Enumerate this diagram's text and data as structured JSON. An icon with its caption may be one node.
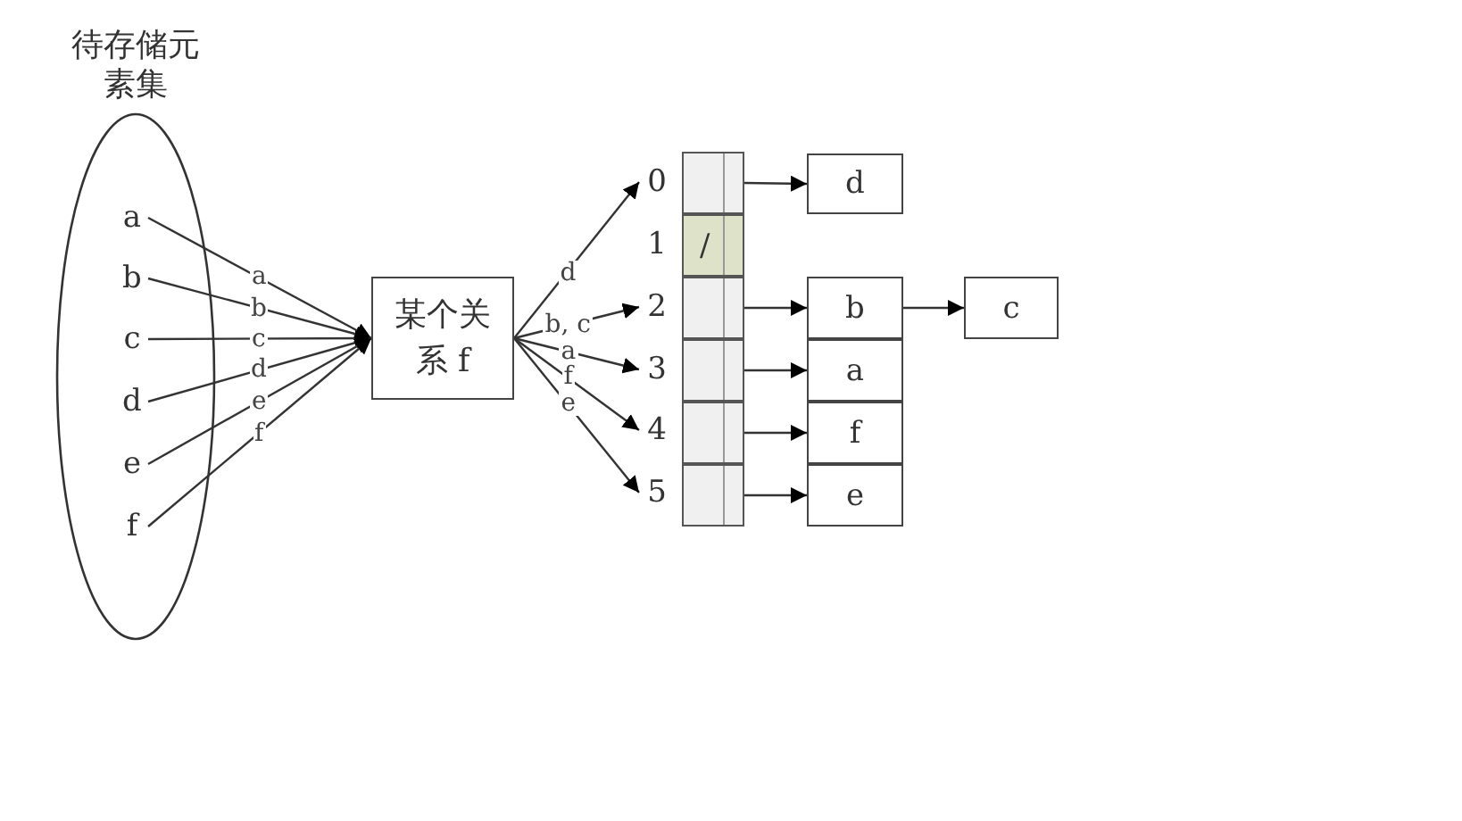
{
  "diagram": {
    "nodes": [
      {
        "text": [
          "待存储元素集"
        ]
      },
      {
        "text": [
          "a"
        ],
        "in": 0
      },
      {
        "text": [
          "b"
        ],
        "in": 0
      },
      {
        "text": [
          "c"
        ],
        "in": 0
      },
      {
        "text": [
          "d"
        ],
        "in": 0
      },
      {
        "text": [
          "e"
        ],
        "in": 0
      },
      {
        "text": [
          "f"
        ],
        "in": 0
      },
      {
        "text": [
          "某个关系 f"
        ]
      },
      {
        "text": [
          "0"
        ]
      },
      {
        "text": [
          "1"
        ]
      },
      {
        "text": [
          "2"
        ]
      },
      {
        "text": [
          "3"
        ]
      },
      {
        "text": [
          "4"
        ]
      },
      {
        "text": [
          "5"
        ]
      },
      {
        "text": [],
        "shape": "box"
      },
      {
        "text": [
          "/"
        ]
      },
      {
        "text": [],
        "shape": "box"
      },
      {
        "text": [],
        "shape": "box"
      },
      {
        "text": [],
        "shape": "box"
      },
      {
        "text": [],
        "shape": "box"
      },
      {
        "text": [
          "d"
        ]
      },
      {
        "text": [
          "b"
        ]
      },
      {
        "text": [
          "c"
        ]
      },
      {
        "text": [
          "a"
        ]
      },
      {
        "text": [
          "f"
        ]
      },
      {
        "text": [
          "e"
        ]
      }
    ],
    "edges": [
      {
        "from": 1,
        "to": 7,
        "arrow": "to",
        "label": "a"
      },
      {
        "from": 2,
        "to": 7,
        "arrow": "to",
        "label": "b"
      },
      {
        "from": 3,
        "to": 7,
        "arrow": "to",
        "label": "c"
      },
      {
        "from": 4,
        "to": 7,
        "arrow": "to",
        "label": "d"
      },
      {
        "from": 5,
        "to": 7,
        "arrow": "to",
        "label": "e"
      },
      {
        "from": 6,
        "to": 7,
        "arrow": "to",
        "label": "f"
      },
      {
        "from": 7,
        "to": 8,
        "arrow": "to",
        "label": "d"
      },
      {
        "from": 7,
        "to": 10,
        "arrow": "to",
        "label": "b, c"
      },
      {
        "from": 7,
        "to": 11,
        "arrow": "to",
        "label": "a"
      },
      {
        "from": 7,
        "to": 12,
        "arrow": "to",
        "label": "f"
      },
      {
        "from": 7,
        "to": 13,
        "arrow": "to",
        "label": "e"
      },
      {
        "from": 14,
        "to": 20,
        "arrow": "to"
      },
      {
        "from": 16,
        "to": 21,
        "arrow": "to"
      },
      {
        "from": 21,
        "to": 22,
        "arrow": "to"
      },
      {
        "from": 17,
        "to": 23,
        "arrow": "to"
      },
      {
        "from": 18,
        "to": 24,
        "arrow": "to"
      },
      {
        "from": 19,
        "to": 25,
        "arrow": "to"
      }
    ]
  }
}
